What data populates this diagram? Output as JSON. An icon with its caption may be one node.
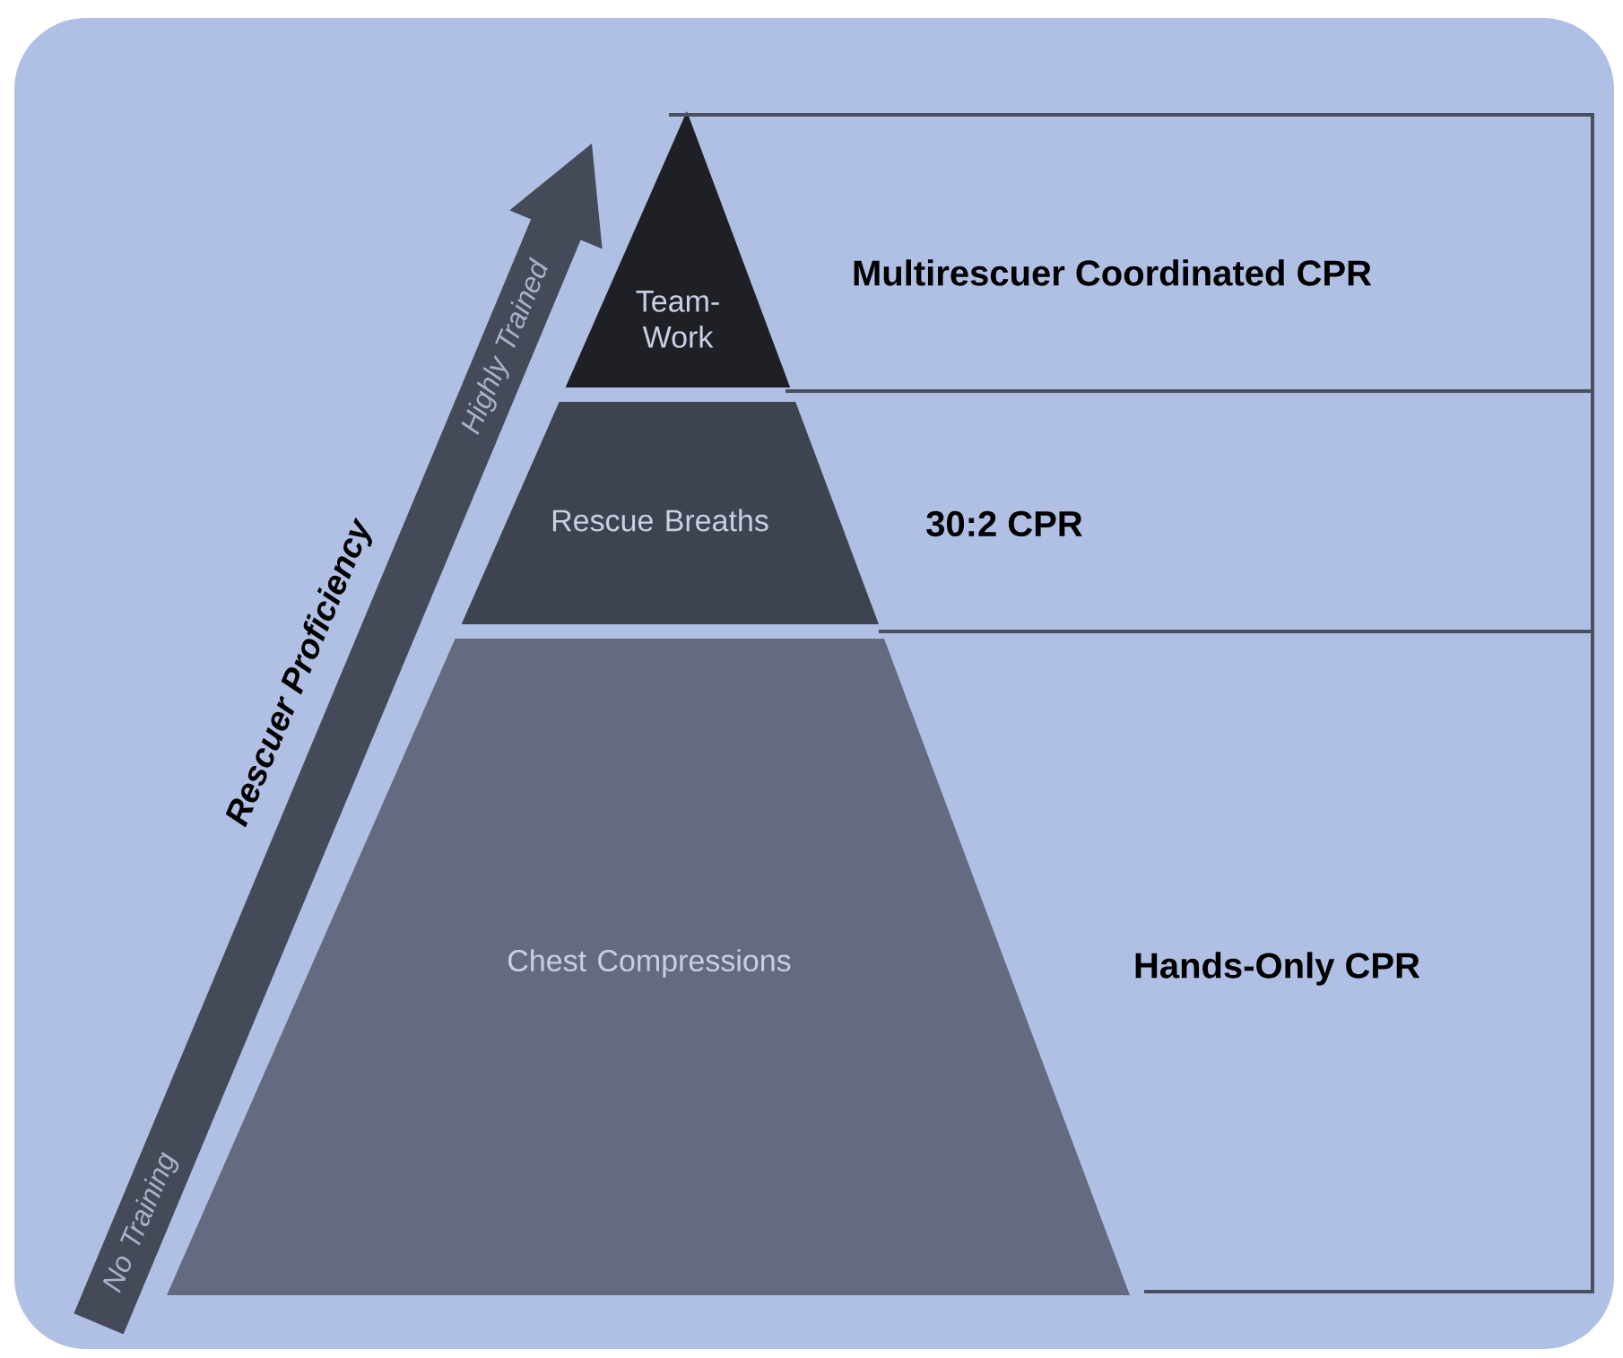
{
  "diagram": {
    "nodes": [
      {
        "text": [
          "Team- Work"
        ]
      },
      {
        "text": [
          "Rescue Breaths"
        ]
      },
      {
        "text": [
          "Chest Compressions"
        ]
      },
      {
        "text": [
          "Multirescuer Coordinated CPR"
        ]
      },
      {
        "text": [
          "30:2 CPR"
        ]
      },
      {
        "text": [
          "Hands-Only CPR"
        ]
      },
      {
        "text": [
          "No Training",
          "Highly Trained"
        ],
        "beside": [
          "Rescuer Proficiency"
        ]
      }
    ]
  }
}
